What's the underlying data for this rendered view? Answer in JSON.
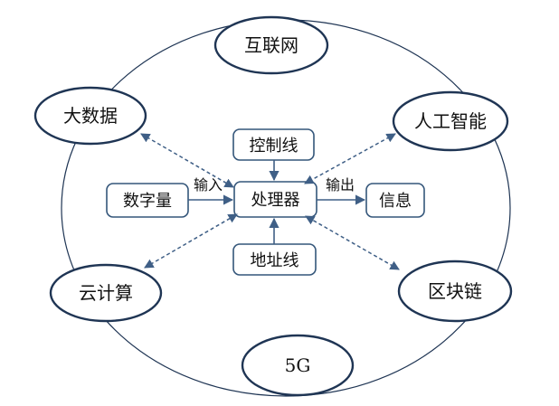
{
  "diagram": {
    "ring_nodes": [
      {
        "id": "internet",
        "label": "互联网"
      },
      {
        "id": "big-data",
        "label": "大数据"
      },
      {
        "id": "ai",
        "label": "人工智能"
      },
      {
        "id": "cloud",
        "label": "云计算"
      },
      {
        "id": "blockchain",
        "label": "区块链"
      },
      {
        "id": "5g",
        "label": "5G"
      }
    ],
    "center_node": {
      "id": "processor",
      "label": "处理器"
    },
    "box_nodes": [
      {
        "id": "control-line",
        "label": "控制线"
      },
      {
        "id": "address-line",
        "label": "地址线"
      },
      {
        "id": "digital-input",
        "label": "数字量"
      },
      {
        "id": "info-output",
        "label": "信息"
      }
    ],
    "edge_labels": {
      "input": "输入",
      "output": "输出"
    },
    "colors": {
      "ring_stroke": "#1f3554",
      "box_stroke": "#34567a",
      "arrow": "#3f5f86",
      "text": "#111111"
    }
  }
}
